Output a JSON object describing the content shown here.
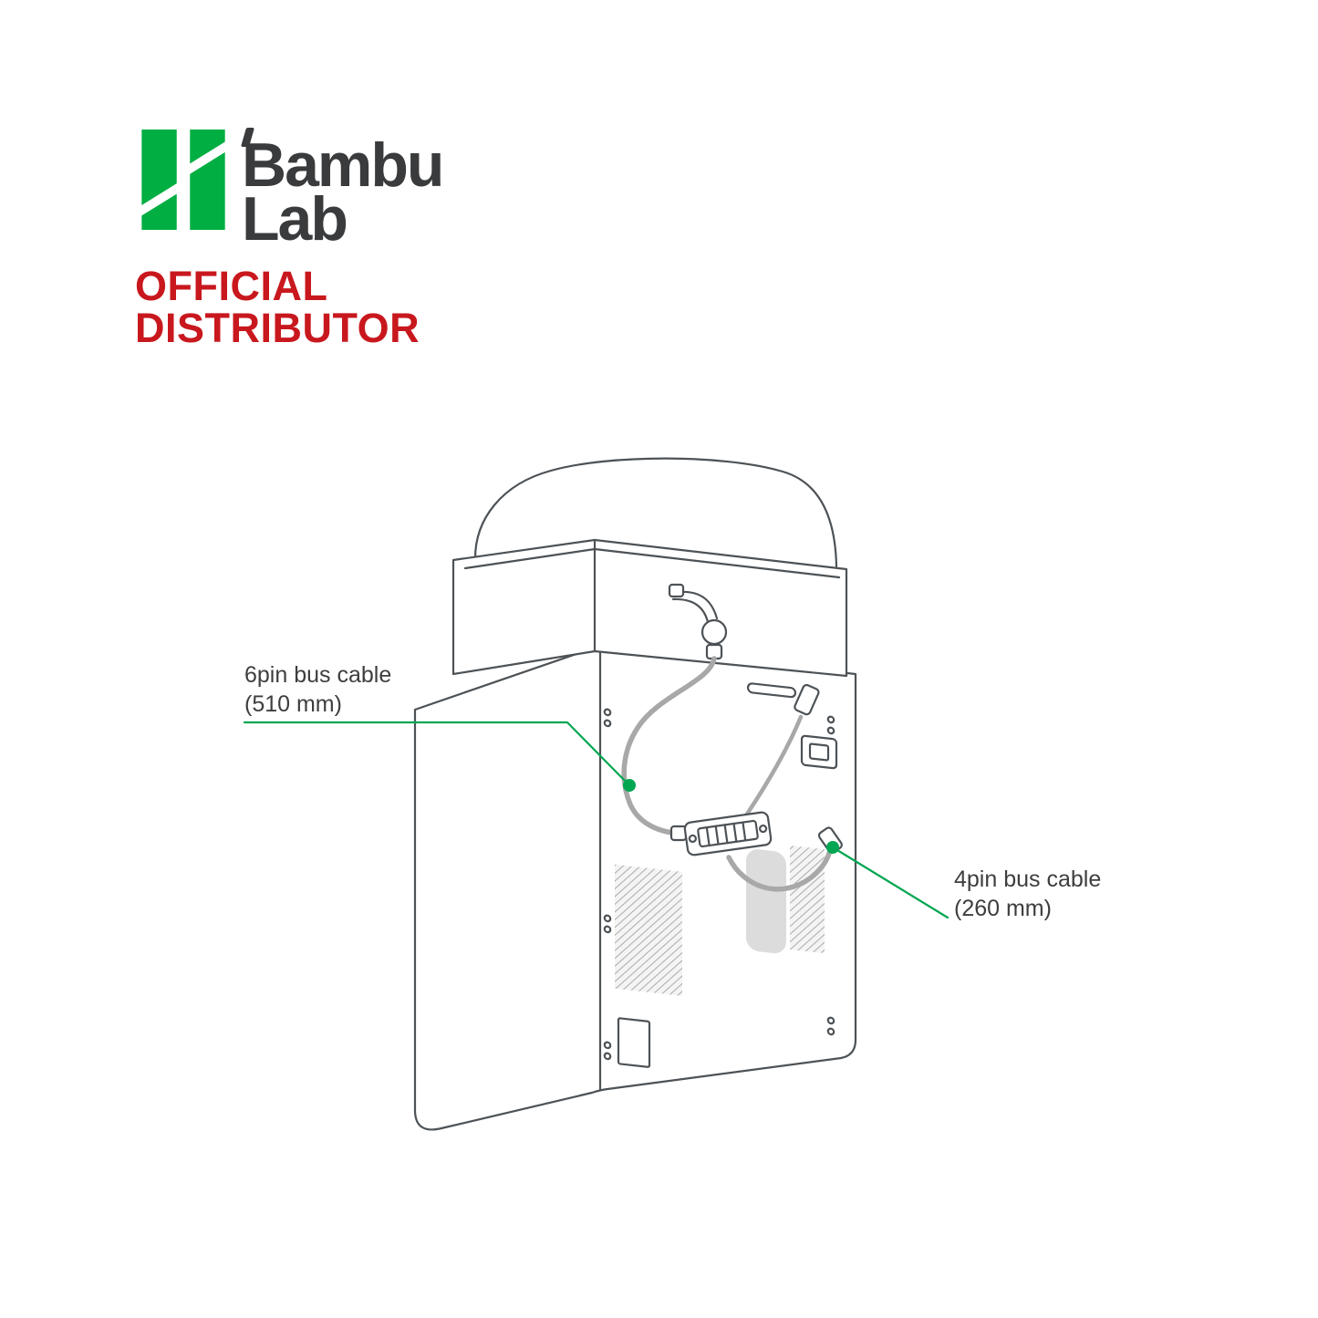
{
  "page": {
    "background_color": "#ffffff"
  },
  "brand": {
    "name_line1": "Bambu",
    "name_line2": "Lab",
    "logo_green": "#00AE42",
    "wordmark_color": "#3A3B3C"
  },
  "distributor_banner": {
    "line1": "OFFICIAL",
    "line2": "DISTRIBUTOR",
    "color": "#C8181E"
  },
  "diagram": {
    "accent_green": "#00A651",
    "outline_color": "#4D5256",
    "cable_color": "#A8A8A8",
    "labels": {
      "cable_6pin": {
        "line1": "6pin bus cable",
        "line2": "(510 mm)"
      },
      "cable_4pin": {
        "line1": "4pin bus cable",
        "line2": "(260 mm)"
      }
    }
  }
}
